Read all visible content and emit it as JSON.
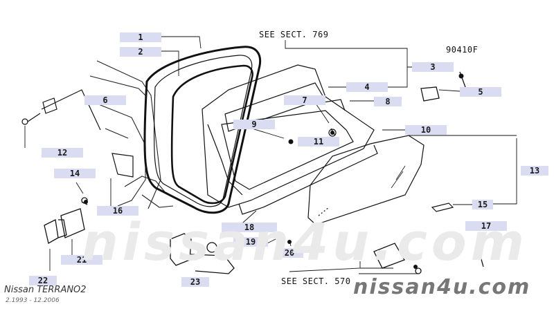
{
  "diagram": {
    "callouts": [
      "1",
      "2",
      "3",
      "4",
      "5",
      "6",
      "7",
      "8",
      "9",
      "10",
      "11",
      "12",
      "13",
      "14",
      "15",
      "16",
      "17",
      "18",
      "19",
      "20",
      "21",
      "22",
      "23"
    ],
    "refs": {
      "sect_top": "SEE SECT. 769",
      "part_90410f": "90410F",
      "sect_bottom": "SEE SECT. 570"
    }
  },
  "watermark": {
    "center": "nissan4u.com",
    "corner": "nissan4u.com"
  },
  "vehicle": {
    "model": "Nissan  TERRANO2",
    "years": "2.1993 - 12.2006"
  }
}
